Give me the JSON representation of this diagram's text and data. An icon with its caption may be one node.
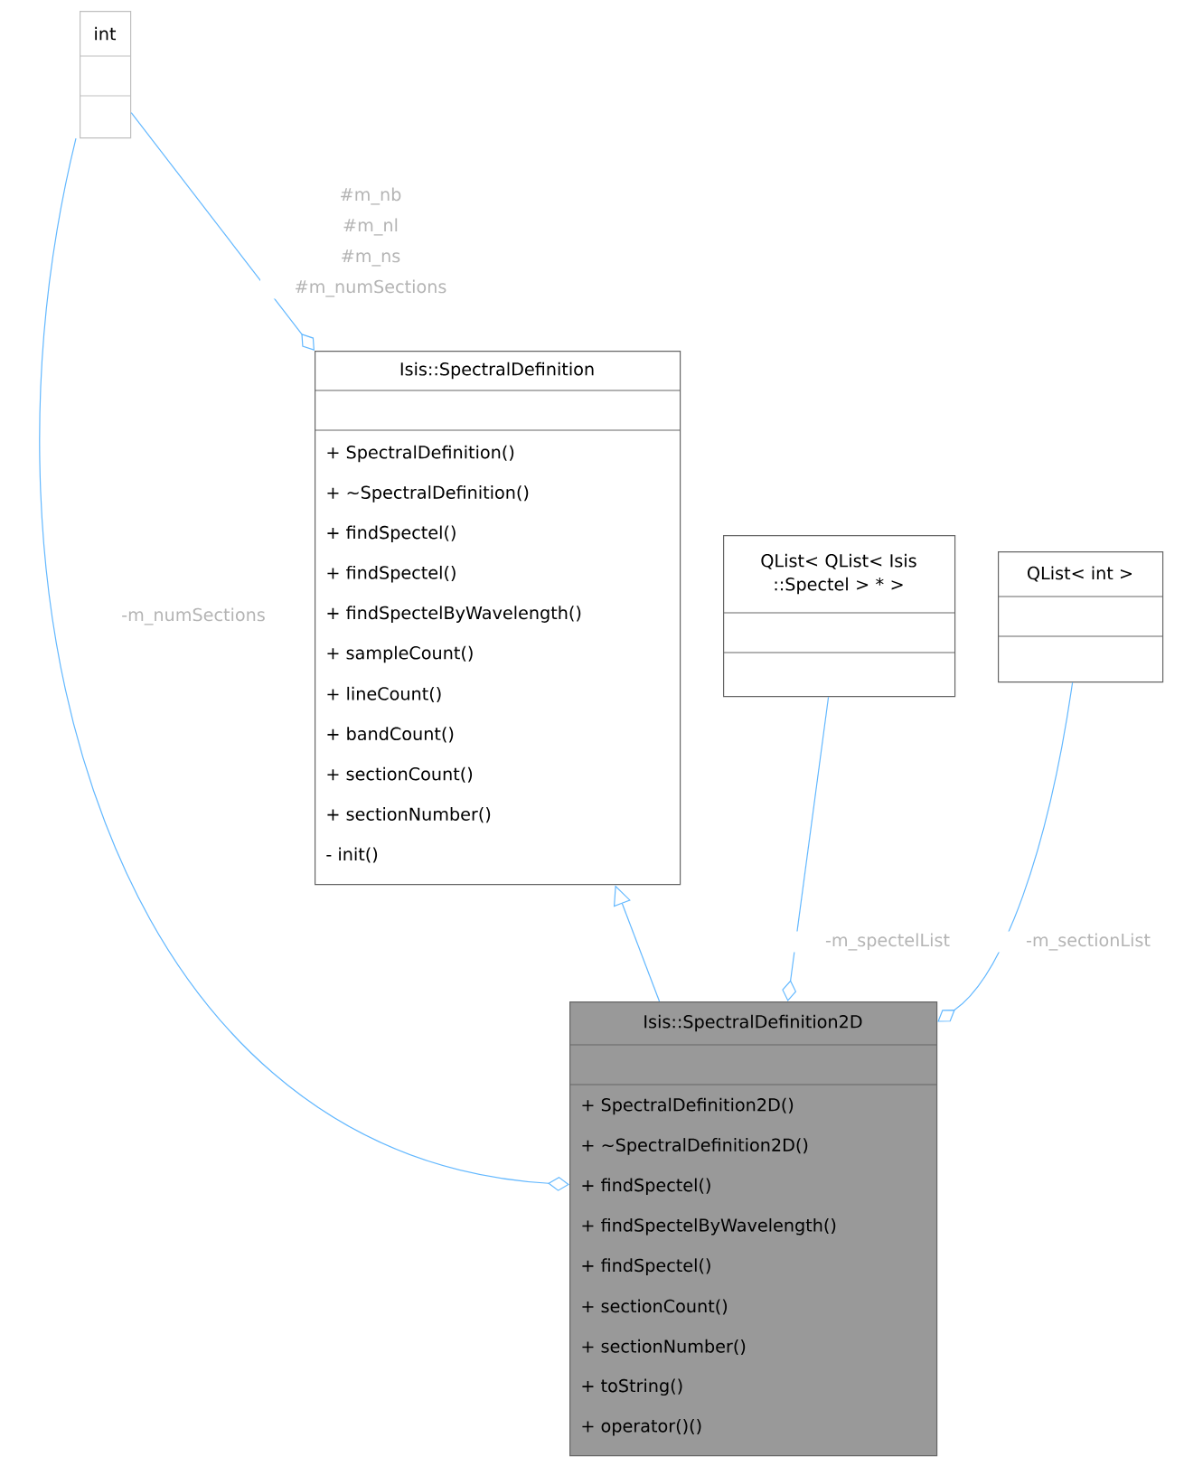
{
  "diagram": {
    "nodes": [
      {
        "text": [
          "int"
        ]
      },
      {
        "text": [
          "Isis::SpectralDefinition",
          "+ SpectralDefinition()",
          "+ ~SpectralDefinition()",
          "+ findSpectel()",
          "+ findSpectel()",
          "+ findSpectelByWavelength()",
          "+ sampleCount()",
          "+ lineCount()",
          "+ bandCount()",
          "+ sectionCount()",
          "+ sectionNumber()",
          "- init()"
        ]
      },
      {
        "text": [
          "QList< QList< Isis ::Spectel > * >"
        ]
      },
      {
        "text": [
          "QList< int >"
        ]
      },
      {
        "text": [
          "Isis::SpectralDefinition2D",
          "+ SpectralDefinition2D()",
          "+ ~SpectralDefinition2D()",
          "+ findSpectel()",
          "+ findSpectelByWavelength()",
          "+ findSpectel()",
          "+ sectionCount()",
          "+ sectionNumber()",
          "+ toString()",
          "+ operator()()"
        ]
      }
    ],
    "edges": [
      {
        "from": 0,
        "to": 1,
        "arrow": "other",
        "label": "#m_nb #m_nl #m_ns #m_numSections"
      },
      {
        "from": 0,
        "to": 4,
        "arrow": "other",
        "label": "-m_numSections"
      },
      {
        "from": 4,
        "to": 1,
        "arrow": "to"
      },
      {
        "from": 2,
        "to": 4,
        "arrow": "other",
        "label": "-m_spectelList"
      },
      {
        "from": 3,
        "to": 4,
        "arrow": "other",
        "label": "-m_sectionList"
      }
    ]
  }
}
